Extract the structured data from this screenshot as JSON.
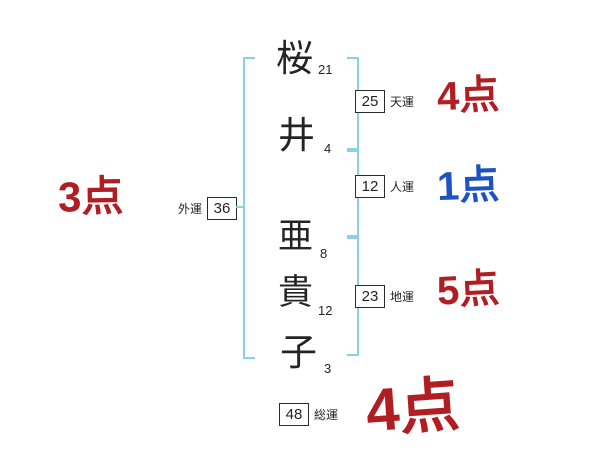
{
  "diagram": {
    "kind": "name-fortune",
    "name_text": "桜井亜貴子"
  },
  "name": {
    "chars": [
      {
        "char": "桜",
        "strokes": "21"
      },
      {
        "char": "井",
        "strokes": "4"
      },
      {
        "char": "亜",
        "strokes": "8"
      },
      {
        "char": "貴",
        "strokes": "12"
      },
      {
        "char": "子",
        "strokes": "3"
      }
    ]
  },
  "fortunes": {
    "heaven": {
      "label": "天運",
      "value": "25",
      "score": "4点"
    },
    "person": {
      "label": "人運",
      "value": "12",
      "score": "1点"
    },
    "earth": {
      "label": "地運",
      "value": "23",
      "score": "5点"
    },
    "outer": {
      "label": "外運",
      "value": "36",
      "score": "3点"
    },
    "total": {
      "label": "総運",
      "value": "48",
      "score": "4点"
    }
  },
  "colors": {
    "score_red": "#b01e24",
    "score_blue": "#1d52c0",
    "bracket_blue": "#8ecfe8",
    "ink": "#242424"
  }
}
